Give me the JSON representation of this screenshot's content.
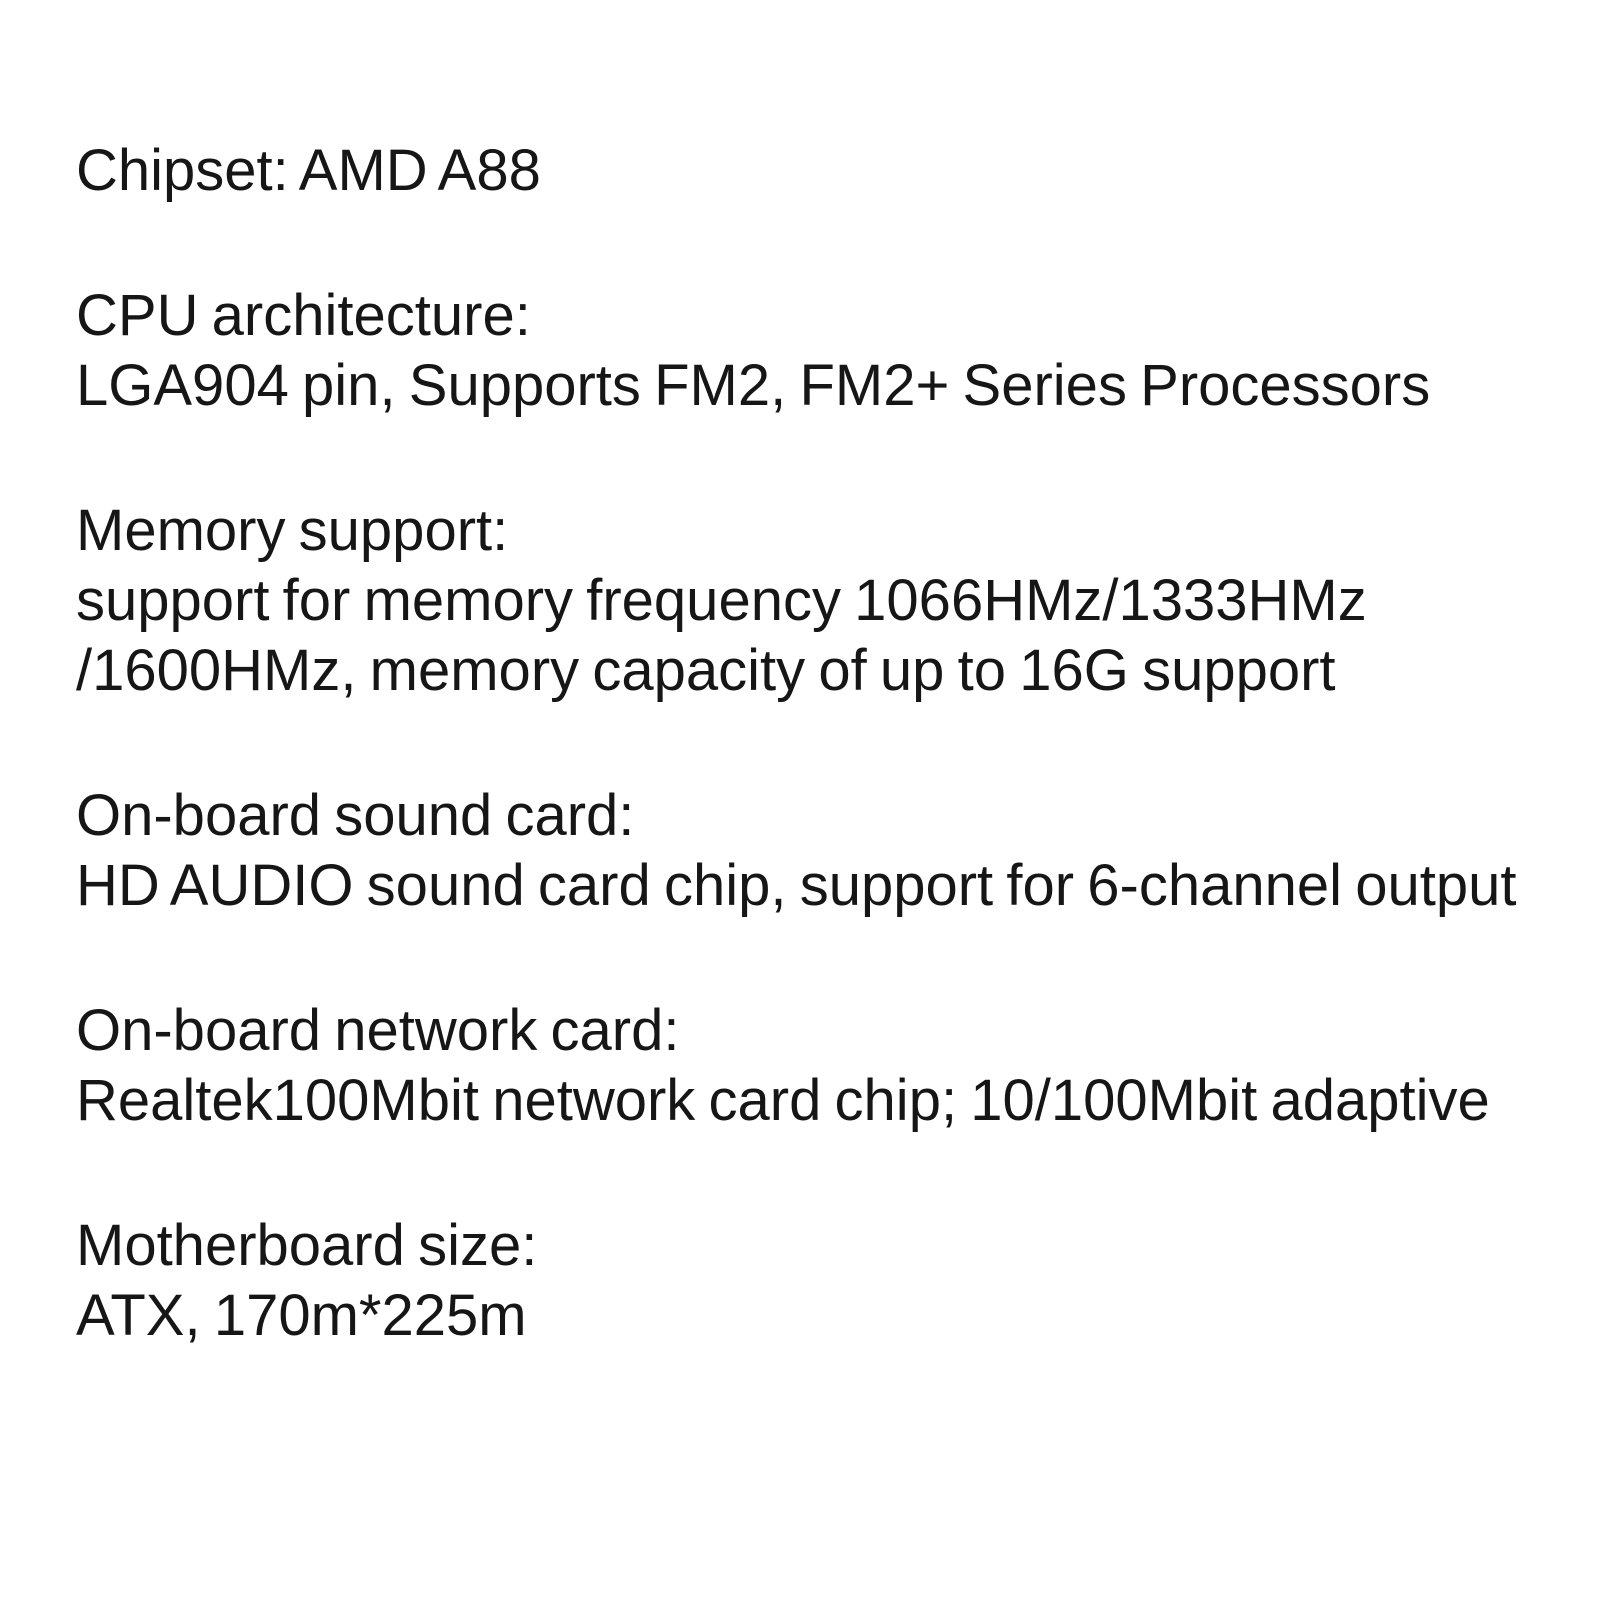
{
  "page": {
    "background_color": "#ffffff",
    "text_color": "#161616"
  },
  "spec_sheet": {
    "sections": [
      {
        "name": "chipset",
        "lines": [
          "Chipset: AMD A88"
        ]
      },
      {
        "name": "cpu-architecture",
        "lines": [
          "CPU architecture:",
          "LGA904 pin, Supports FM2, FM2+ Series Processors"
        ]
      },
      {
        "name": "memory-support",
        "lines": [
          "Memory support:",
          "support for memory frequency 1066HMz/1333HMz",
          "/1600HMz, memory capacity of up to 16G support"
        ]
      },
      {
        "name": "onboard-sound-card",
        "lines": [
          "On-board sound card:",
          "HD AUDIO sound card chip, support for 6-channel output"
        ]
      },
      {
        "name": "onboard-network-card",
        "lines": [
          "On-board network card:",
          "Realtek100Mbit network card chip; 10/100Mbit adaptive"
        ]
      },
      {
        "name": "motherboard-size",
        "lines": [
          "Motherboard size:",
          "ATX, 170m*225m"
        ]
      }
    ]
  }
}
